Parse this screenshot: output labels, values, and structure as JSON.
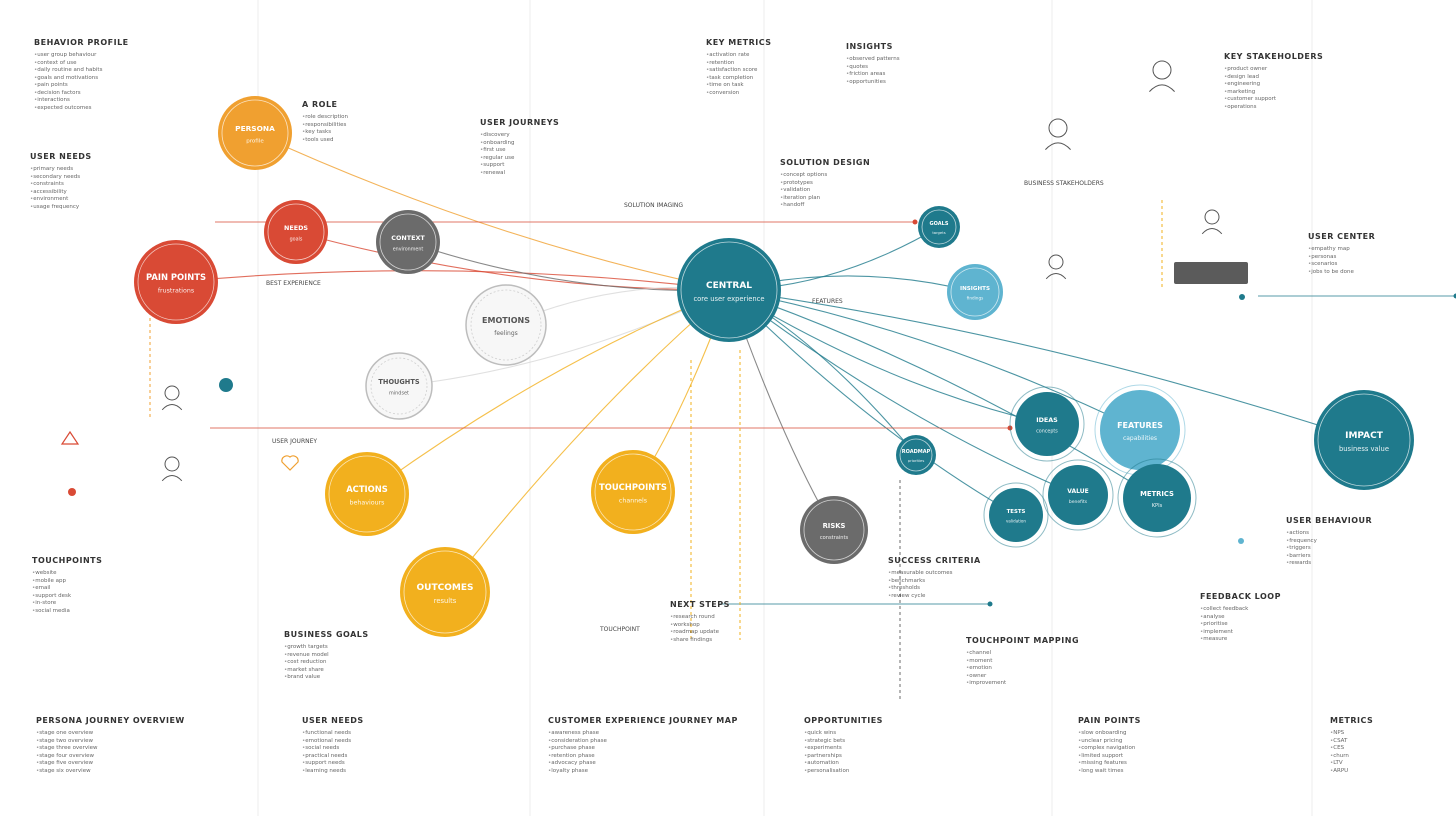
{
  "palette": {
    "orange": "#f0a030",
    "red": "#d94a35",
    "gray": "#6b6b6b",
    "lightgray": "#d8d8d8",
    "teal": "#1f7a8c",
    "lightblue": "#5fb4d0",
    "yellow": "#f2b01e",
    "line": "#cfcfcf"
  },
  "blocks": [
    {
      "id": "b1",
      "head": "BEHAVIOR PROFILE",
      "lines": [
        "user group behaviour",
        "context of use",
        "daily routine and habits",
        "goals and motivations",
        "pain points",
        "decision factors",
        "interactions",
        "expected outcomes"
      ]
    },
    {
      "id": "b2",
      "head": "USER NEEDS",
      "lines": [
        "primary needs",
        "secondary needs",
        "constraints",
        "accessibility",
        "environment",
        "usage frequency"
      ]
    },
    {
      "id": "b3",
      "head": "A ROLE",
      "lines": [
        "role description",
        "responsibilities",
        "key tasks",
        "tools used"
      ]
    },
    {
      "id": "b4",
      "head": "USER JOURNEYS",
      "lines": [
        "discovery",
        "onboarding",
        "first use",
        "regular use",
        "support",
        "renewal"
      ]
    },
    {
      "id": "b5",
      "head": "KEY METRICS",
      "lines": [
        "activation rate",
        "retention",
        "satisfaction score",
        "task completion",
        "time on task",
        "conversion"
      ]
    },
    {
      "id": "b6",
      "head": "INSIGHTS",
      "lines": [
        "observed patterns",
        "quotes",
        "friction areas",
        "opportunities"
      ]
    },
    {
      "id": "b7",
      "head": "KEY STAKEHOLDERS",
      "lines": [
        "product owner",
        "design lead",
        "engineering",
        "marketing",
        "customer support",
        "operations"
      ]
    },
    {
      "id": "b8",
      "head": "SOLUTION DESIGN",
      "lines": [
        "concept options",
        "prototypes",
        "validation",
        "iteration plan",
        "handoff"
      ]
    },
    {
      "id": "b9",
      "head": "USER CENTER",
      "lines": [
        "empathy map",
        "personas",
        "scenarios",
        "jobs to be done"
      ]
    },
    {
      "id": "b10",
      "head": "USER BEHAVIOUR",
      "lines": [
        "actions",
        "frequency",
        "triggers",
        "barriers",
        "rewards"
      ]
    },
    {
      "id": "b11",
      "head": "TOUCHPOINTS",
      "lines": [
        "website",
        "mobile app",
        "email",
        "support desk",
        "in-store",
        "social media"
      ]
    },
    {
      "id": "b12",
      "head": "BUSINESS GOALS",
      "lines": [
        "growth targets",
        "revenue model",
        "cost reduction",
        "market share",
        "brand value"
      ]
    },
    {
      "id": "b13",
      "head": "SUCCESS CRITERIA",
      "lines": [
        "measurable outcomes",
        "benchmarks",
        "thresholds",
        "review cycle"
      ]
    },
    {
      "id": "b14",
      "head": "FEEDBACK LOOP",
      "lines": [
        "collect feedback",
        "analyse",
        "prioritise",
        "implement",
        "measure"
      ]
    },
    {
      "id": "b15",
      "head": "TOUCHPOINT MAPPING",
      "lines": [
        "channel",
        "moment",
        "emotion",
        "owner",
        "improvement"
      ]
    },
    {
      "id": "b16",
      "head": "NEXT STEPS",
      "lines": [
        "research round",
        "workshop",
        "roadmap update",
        "share findings"
      ]
    }
  ],
  "footer": [
    {
      "id": "f1",
      "head": "PERSONA JOURNEY OVERVIEW",
      "lines": [
        "stage one overview",
        "stage two overview",
        "stage three overview",
        "stage four overview",
        "stage five overview",
        "stage six overview"
      ]
    },
    {
      "id": "f2",
      "head": "USER NEEDS",
      "lines": [
        "functional needs",
        "emotional needs",
        "social needs",
        "practical needs",
        "support needs",
        "learning needs"
      ]
    },
    {
      "id": "f3",
      "head": "CUSTOMER EXPERIENCE JOURNEY MAP",
      "lines": [
        "awareness phase",
        "consideration phase",
        "purchase phase",
        "retention phase",
        "advocacy phase",
        "loyalty phase"
      ]
    },
    {
      "id": "f4",
      "head": "OPPORTUNITIES",
      "lines": [
        "quick wins",
        "strategic bets",
        "experiments",
        "partnerships",
        "automation",
        "personalisation"
      ]
    },
    {
      "id": "f5",
      "head": "PAIN POINTS",
      "lines": [
        "slow onboarding",
        "unclear pricing",
        "complex navigation",
        "limited support",
        "missing features",
        "long wait times"
      ]
    },
    {
      "id": "f6",
      "head": "METRICS",
      "lines": [
        "NPS",
        "CSAT",
        "CES",
        "churn",
        "LTV",
        "ARPU"
      ]
    }
  ],
  "nodes": [
    {
      "id": "n-center",
      "label": "CENTRAL",
      "body": "core user experience"
    },
    {
      "id": "n-orange",
      "label": "PERSONA",
      "body": "profile"
    },
    {
      "id": "n-red1",
      "label": "NEEDS",
      "body": "goals"
    },
    {
      "id": "n-red2",
      "label": "PAIN POINTS",
      "body": "frustrations"
    },
    {
      "id": "n-gray1",
      "label": "CONTEXT",
      "body": "environment"
    },
    {
      "id": "n-light1",
      "label": "EMOTIONS",
      "body": "feelings"
    },
    {
      "id": "n-light2",
      "label": "THOUGHTS",
      "body": "mindset"
    },
    {
      "id": "n-y1",
      "label": "ACTIONS",
      "body": "behaviours"
    },
    {
      "id": "n-y2",
      "label": "TOUCHPOINTS",
      "body": "channels"
    },
    {
      "id": "n-y3",
      "label": "OUTCOMES",
      "body": "results"
    },
    {
      "id": "n-t1",
      "label": "GOALS",
      "body": "targets"
    },
    {
      "id": "n-t2",
      "label": "INSIGHTS",
      "body": "findings"
    },
    {
      "id": "n-t3",
      "label": "IDEAS",
      "body": "concepts"
    },
    {
      "id": "n-t4",
      "label": "FEATURES",
      "body": "capabilities"
    },
    {
      "id": "n-t5",
      "label": "VALUE",
      "body": "benefits"
    },
    {
      "id": "n-t6",
      "label": "METRICS",
      "body": "KPIs"
    },
    {
      "id": "n-t7",
      "label": "TESTS",
      "body": "validation"
    },
    {
      "id": "n-t8",
      "label": "IMPACT",
      "body": "business value"
    },
    {
      "id": "n-gray2",
      "label": "RISKS",
      "body": "constraints"
    },
    {
      "id": "n-t9",
      "label": "ROADMAP",
      "body": "priorities"
    }
  ],
  "tags": {
    "t1": "SOLUTION IMAGING",
    "t2": "BEST EXPERIENCE",
    "t3": "USER JOURNEY",
    "t4": "FEATURES",
    "t5": "TOUCHPOINT",
    "t6": "BUSINESS STAKEHOLDERS"
  }
}
